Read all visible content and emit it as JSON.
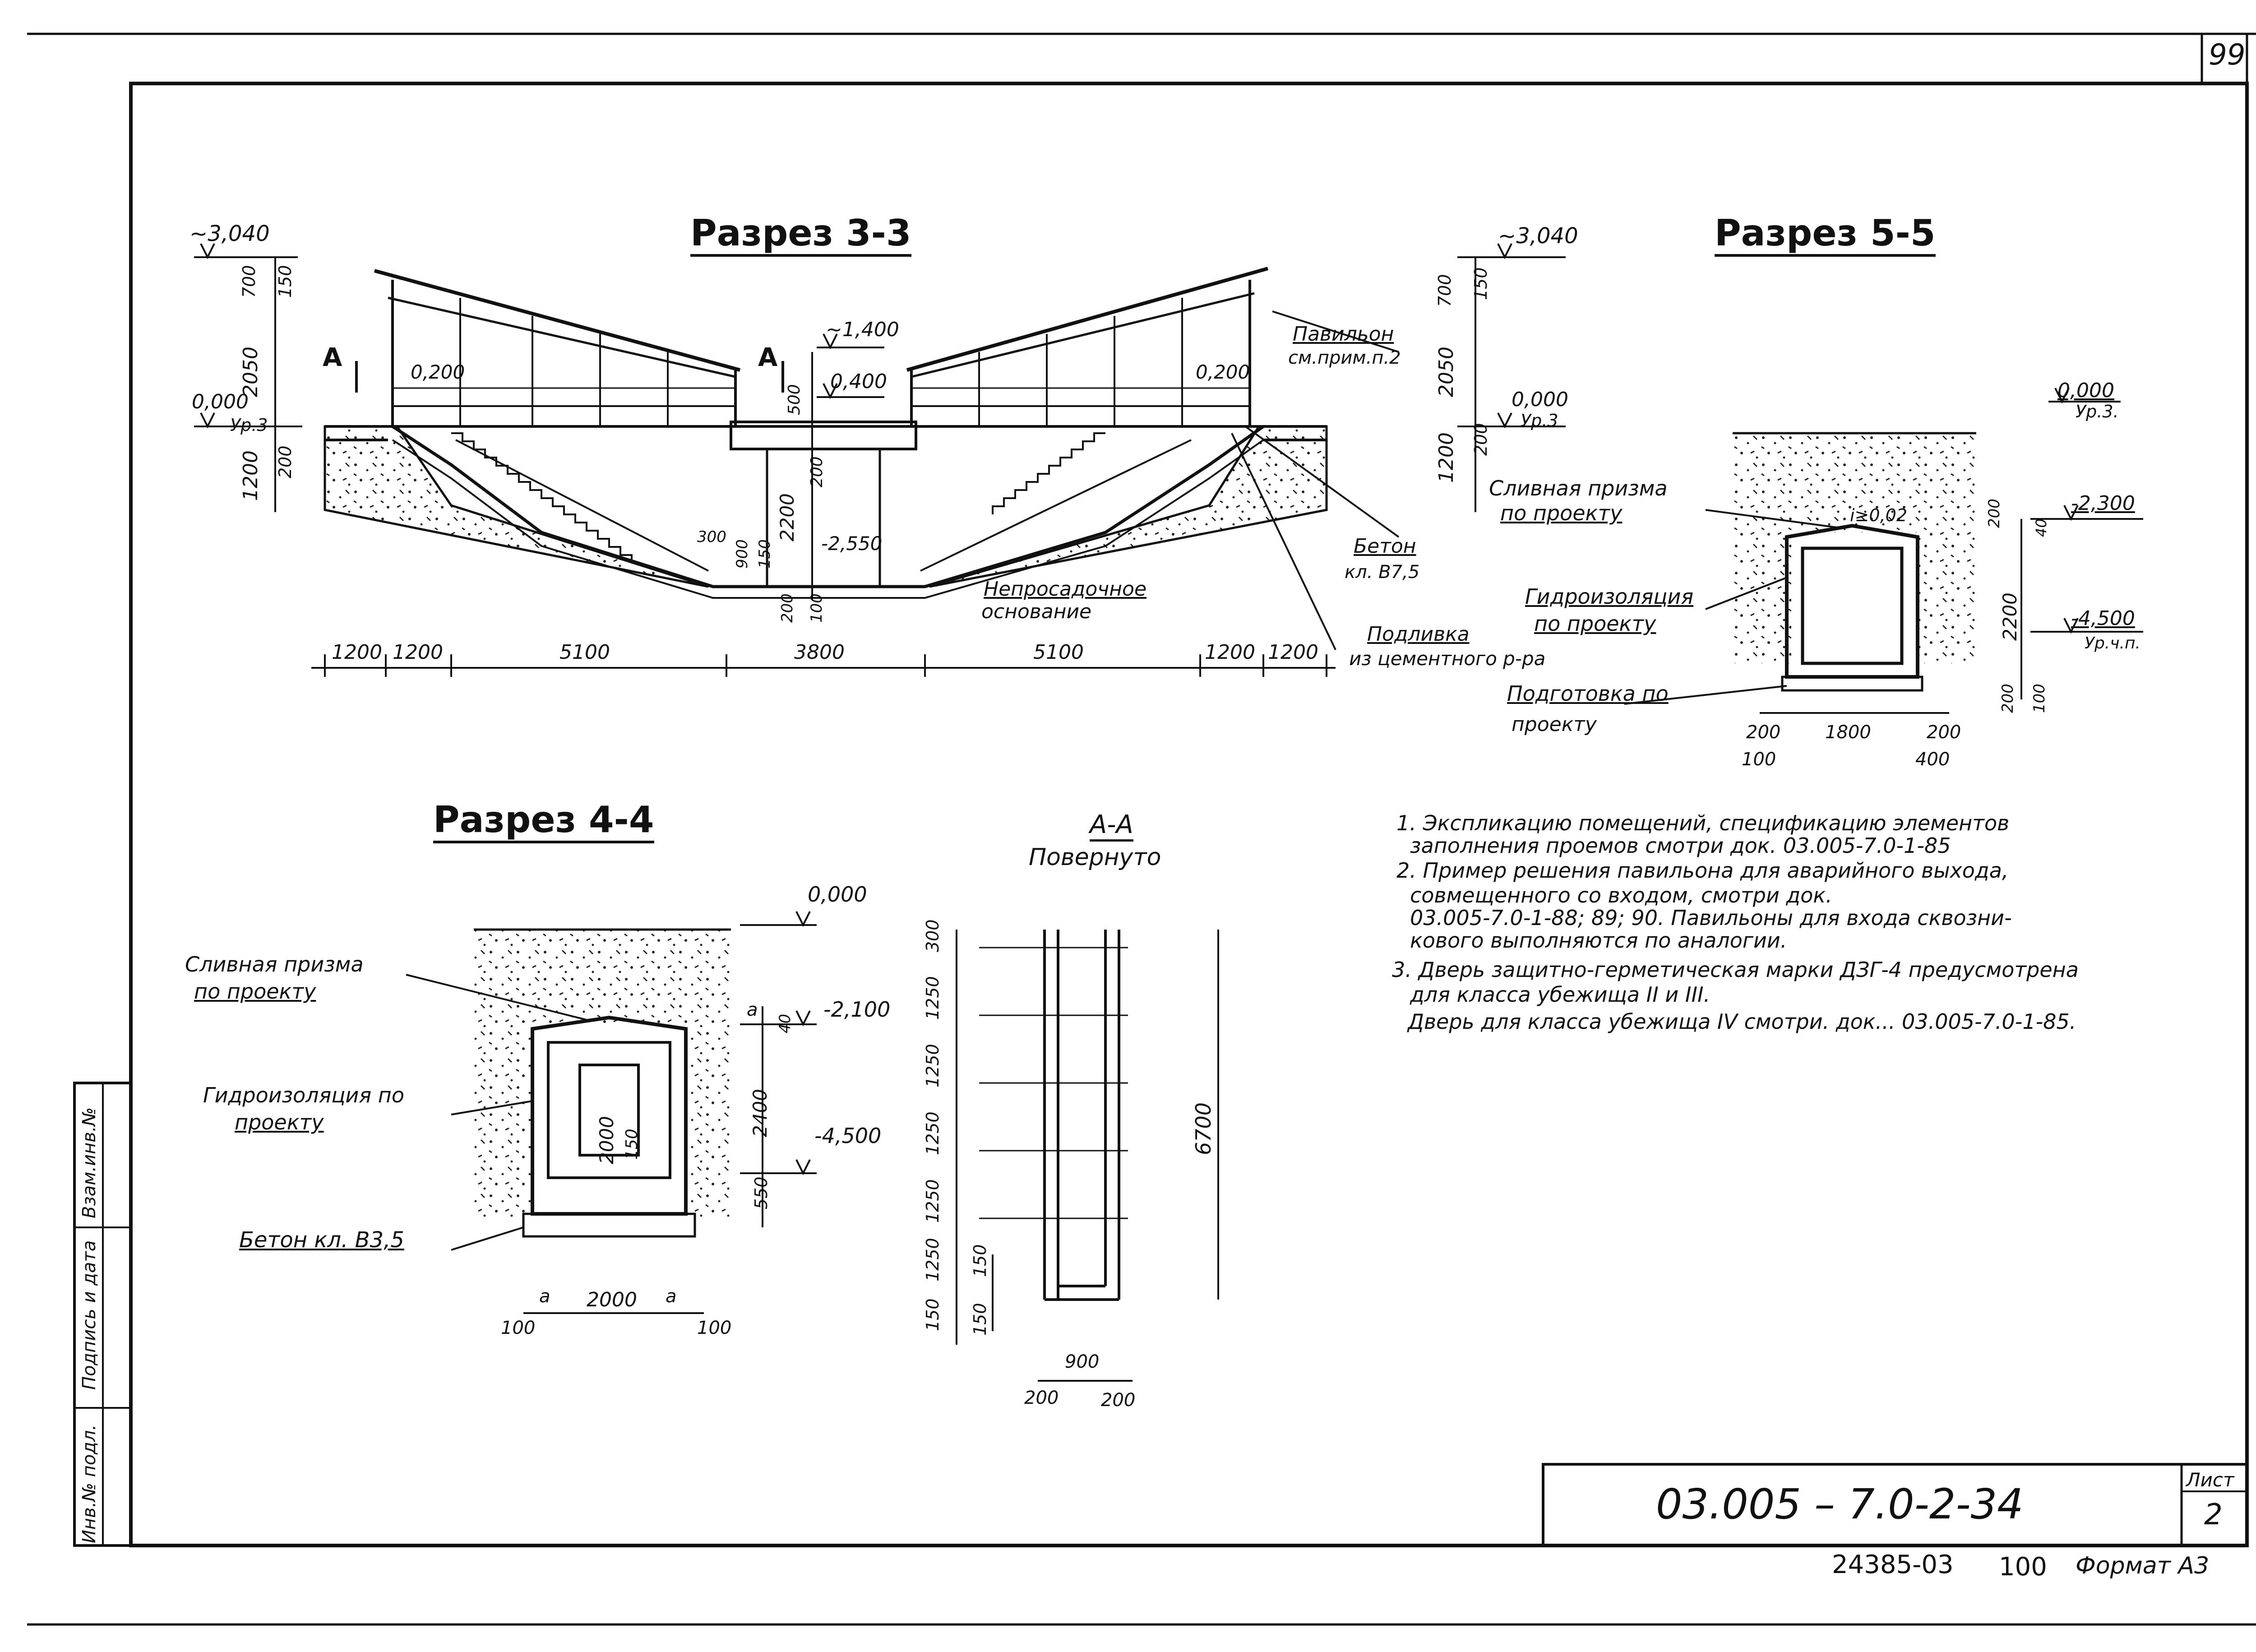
{
  "sheet": {
    "page_number": "99",
    "code": "03.005 – 7.0-2-34",
    "list_label": "Лист",
    "list_number": "2",
    "archive_number": "24385-03",
    "archive_extra": "100",
    "format": "Формат А3",
    "side_stamp": [
      "Инв.№ подл.",
      "Подпись и дата",
      "Взам.инв.№"
    ]
  },
  "section_33": {
    "title": "Разрез 3-3",
    "levels": {
      "top_left": "~3,040",
      "top_right": "~3,040",
      "mid_top": "~1,400",
      "mid_second": "0,400",
      "left_zero": "0,000",
      "left_zero_sub": "Ур.3",
      "right_zero": "0,000",
      "right_zero_sub": "Ур.3",
      "inner_left": "0,200",
      "inner_right": "0,200",
      "bottom": "-2,550"
    },
    "cut_marks": [
      "А",
      "А"
    ],
    "heights_left": [
      "700",
      "150",
      "2050",
      "1200",
      "200"
    ],
    "heights_right": [
      "700",
      "150",
      "2050",
      "1200",
      "200"
    ],
    "heights_center": [
      "500",
      "200",
      "2200",
      "300",
      "900",
      "150",
      "200",
      "100"
    ],
    "dims_bottom": [
      "1200",
      "1200",
      "5100",
      "3800",
      "5100",
      "1200",
      "1200"
    ],
    "labels": {
      "pavilion": "Павильон",
      "pavilion_ref": "см.прим.п.2",
      "concrete": "Бетон",
      "concrete_class": "кл. В7,5",
      "base": "Непросадочное",
      "base2": "основание",
      "grout": "Подливка",
      "grout2": "из цементного р-ра"
    }
  },
  "section_55": {
    "title": "Разрез 5-5",
    "levels": {
      "zero": "0,000",
      "zero_sub": "Ур.3.",
      "l1": "-2,300",
      "l2": "-4,500",
      "l2_sub": "Ур.ч.п."
    },
    "labels": {
      "prism": "Сливная призма",
      "prism2": "по проекту",
      "slope": "i≥0,02",
      "hydro": "Гидроизоляция",
      "hydro2": "по проекту",
      "prep": "Подготовка по",
      "prep2": "проекту"
    },
    "dims": [
      "200",
      "40",
      "2200",
      "200",
      "100",
      "200",
      "1800",
      "200",
      "100",
      "400"
    ]
  },
  "section_44": {
    "title": "Разрез 4-4",
    "levels": {
      "zero": "0,000",
      "l1": "-2,100",
      "l2": "-4,500"
    },
    "labels": {
      "prism": "Сливная призма",
      "prism2": "по проекту",
      "hydro": "Гидроизоляция по",
      "hydro2": "проекту",
      "concrete": "Бетон кл. В3,5"
    },
    "dims": [
      "a",
      "40",
      "2400",
      "550",
      "2000",
      "150",
      "a",
      "2000",
      "a",
      "100",
      "100"
    ]
  },
  "section_aa": {
    "title": "А-А",
    "subtitle": "Повернуто",
    "dims_left": [
      "300",
      "1250",
      "1250",
      "1250",
      "1250",
      "1250",
      "150",
      "150",
      "150"
    ],
    "dim_total": "6700",
    "dims_bottom": [
      "900",
      "200",
      "200"
    ]
  },
  "notes": [
    "1. Экспликацию помещений, спецификацию элементов",
    "заполнения проемов смотри док.    03.005-7.0-1-85",
    "2. Пример решения павильона для аварийного выхода,",
    "совмещенного со входом, смотри док.",
    "03.005-7.0-1-88; 89; 90. Павильоны для входа сквозни-",
    "кового выполняются по аналогии.",
    "3. Дверь защитно-герметическая марки ДЗГ-4 предусмотрена",
    "для класса убежища II и III.",
    "Дверь для класса убежища IV смотри. док... 03.005-7.0-1-85."
  ]
}
